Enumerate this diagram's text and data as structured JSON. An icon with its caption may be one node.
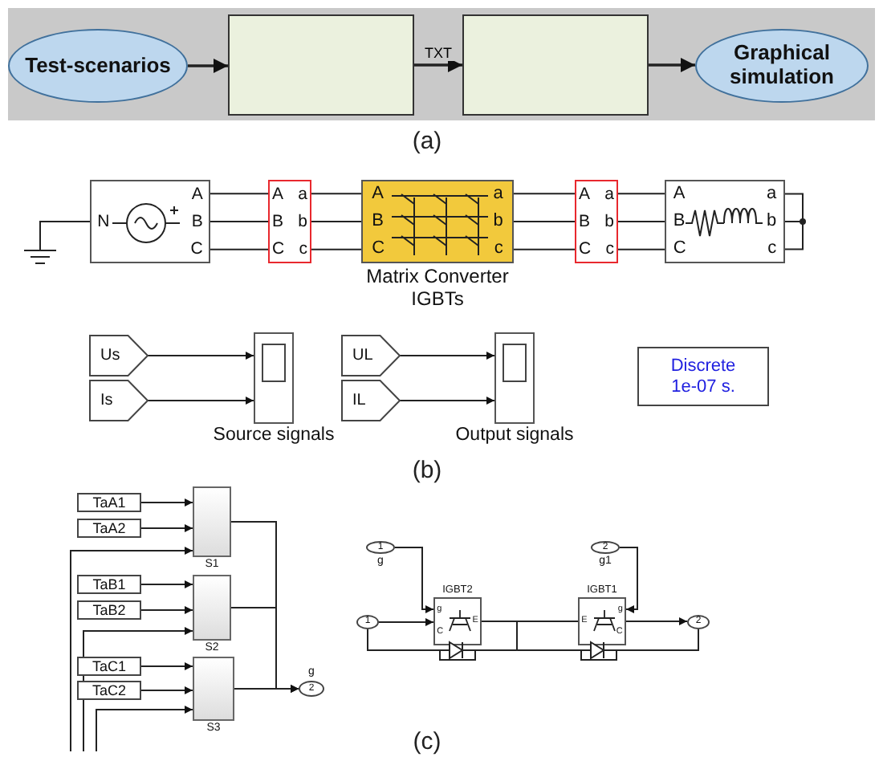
{
  "diagram": {
    "nodes": [
      {
        "text": [
          "Test-scenarios"
        ]
      },
      {
        "text": [],
        "shape": "box"
      },
      {
        "text": [],
        "shape": "box"
      },
      {
        "text": [
          "Graphical simulation"
        ]
      },
      {
        "text": [
          "N",
          "A",
          "B",
          "C"
        ]
      },
      {
        "text": [
          "A",
          "a",
          "B",
          "b",
          "C",
          "c"
        ]
      },
      {
        "text": [
          "A",
          "a",
          "B",
          "b",
          "C",
          "c"
        ],
        "beside": [
          "Matrix Converter IGBTs"
        ]
      },
      {
        "text": [
          "A",
          "a",
          "B",
          "b",
          "C",
          "c"
        ]
      },
      {
        "text": [
          "A",
          "a",
          "B",
          "b",
          "C",
          "c"
        ]
      },
      {
        "text": [],
        "shape": "ground"
      },
      {
        "text": [
          "Us"
        ]
      },
      {
        "text": [
          "Is"
        ]
      },
      {
        "text": [
          "Source signals"
        ]
      },
      {
        "text": [
          "UL"
        ]
      },
      {
        "text": [
          "IL"
        ]
      },
      {
        "text": [
          "Output signals"
        ]
      },
      {
        "text": [
          "Discrete 1e-07 s."
        ]
      },
      {
        "text": [
          "TaA1"
        ]
      },
      {
        "text": [
          "TaA2"
        ]
      },
      {
        "text": [
          "S1"
        ]
      },
      {
        "text": [
          "TaB1"
        ]
      },
      {
        "text": [
          "TaB2"
        ]
      },
      {
        "text": [
          "S2"
        ]
      },
      {
        "text": [
          "TaC1"
        ]
      },
      {
        "text": [
          "TaC2"
        ]
      },
      {
        "text": [
          "S3"
        ]
      },
      {
        "text": [
          "g",
          "2"
        ]
      },
      {
        "text": [
          "1",
          "g"
        ]
      },
      {
        "text": [
          "2",
          "g1"
        ]
      },
      {
        "text": [
          "IGBT2",
          "g",
          "C",
          "E"
        ]
      },
      {
        "text": [
          "IGBT1",
          "E",
          "g",
          "C"
        ]
      },
      {
        "text": [
          "1"
        ]
      },
      {
        "text": [
          "2"
        ]
      },
      {
        "text": [],
        "shape": "diode"
      },
      {
        "text": [],
        "shape": "diode"
      }
    ],
    "edges": [
      {
        "from": 0,
        "to": 1,
        "arrow": "to"
      },
      {
        "from": 1,
        "to": 2,
        "arrow": "to",
        "label": "TXT"
      },
      {
        "from": 2,
        "to": 3,
        "arrow": "to"
      },
      {
        "from": 4,
        "to": 5,
        "arrow": "none"
      },
      {
        "from": 4,
        "to": 5,
        "arrow": "none"
      },
      {
        "from": 4,
        "to": 5,
        "arrow": "none"
      },
      {
        "from": 5,
        "to": 6,
        "arrow": "none"
      },
      {
        "from": 5,
        "to": 6,
        "arrow": "none"
      },
      {
        "from": 5,
        "to": 6,
        "arrow": "none"
      },
      {
        "from": 6,
        "to": 7,
        "arrow": "none"
      },
      {
        "from": 6,
        "to": 7,
        "arrow": "none"
      },
      {
        "from": 6,
        "to": 7,
        "arrow": "none"
      },
      {
        "from": 7,
        "to": 8,
        "arrow": "none"
      },
      {
        "from": 7,
        "to": 8,
        "arrow": "none"
      },
      {
        "from": 7,
        "to": 8,
        "arrow": "none"
      },
      {
        "from": 9,
        "to": 4,
        "arrow": "none"
      },
      {
        "from": 10,
        "to": 12,
        "arrow": "to"
      },
      {
        "from": 11,
        "to": 12,
        "arrow": "to"
      },
      {
        "from": 13,
        "to": 15,
        "arrow": "to"
      },
      {
        "from": 14,
        "to": 15,
        "arrow": "to"
      },
      {
        "from": 17,
        "to": 19,
        "arrow": "to"
      },
      {
        "from": 18,
        "to": 19,
        "arrow": "to"
      },
      {
        "from": 20,
        "to": 22,
        "arrow": "to"
      },
      {
        "from": 21,
        "to": 22,
        "arrow": "to"
      },
      {
        "from": 23,
        "to": 25,
        "arrow": "to"
      },
      {
        "from": 24,
        "to": 25,
        "arrow": "to"
      },
      {
        "from": 19,
        "to": 26,
        "arrow": "to"
      },
      {
        "from": 22,
        "to": 26,
        "arrow": "to"
      },
      {
        "from": 25,
        "to": 26,
        "arrow": "to"
      },
      {
        "from": null,
        "to": 19,
        "arrow": "to"
      },
      {
        "from": null,
        "to": 22,
        "arrow": "to"
      },
      {
        "from": null,
        "to": 25,
        "arrow": "to"
      },
      {
        "from": 27,
        "to": 29,
        "arrow": "to"
      },
      {
        "from": 28,
        "to": 30,
        "arrow": "to"
      },
      {
        "from": 31,
        "to": 29,
        "arrow": "to"
      },
      {
        "from": 29,
        "to": 30,
        "arrow": "none"
      },
      {
        "from": 30,
        "to": 32,
        "arrow": "to"
      },
      {
        "from": 31,
        "to": 33,
        "arrow": "none"
      },
      {
        "from": 33,
        "to": 34,
        "arrow": "none"
      },
      {
        "from": 34,
        "to": 32,
        "arrow": "none"
      }
    ],
    "labels": [
      "(a)",
      "(b)",
      "(c)"
    ]
  }
}
